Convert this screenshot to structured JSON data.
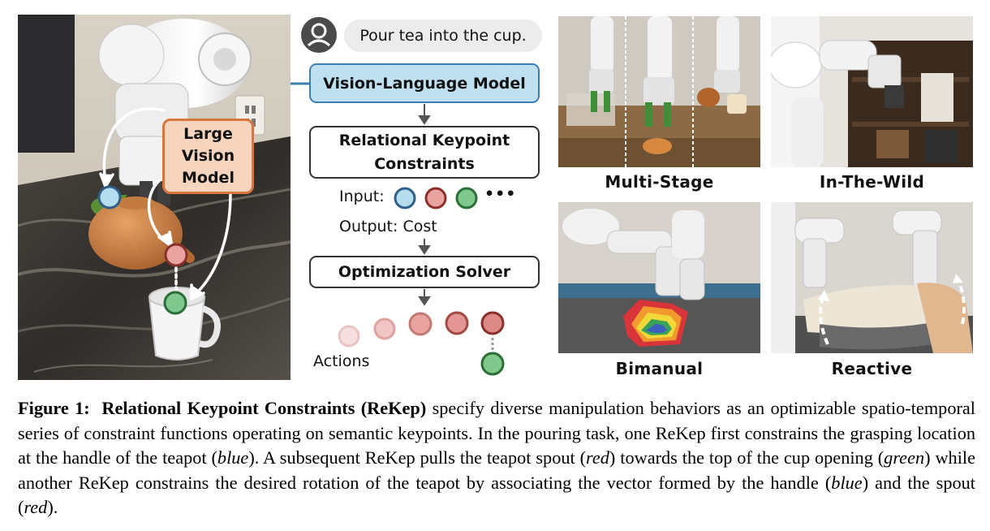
{
  "left_panel": {
    "lvm_label": "Large\nVision\nModel"
  },
  "center_diagram": {
    "prompt": "Pour tea into the cup.",
    "vlm_label": "Vision-Language Model",
    "rekep_label": "Relational Keypoint\nConstraints",
    "input_label": "Input:",
    "input_ellipsis": "•••",
    "output_label": "Output: Cost",
    "optimizer_label": "Optimization Solver",
    "actions_label": "Actions",
    "keypoint_colors": {
      "blue": "#b5dcef",
      "red": "#e9a4a2",
      "green": "#7fc98f",
      "blue_stroke": "#2f5f86",
      "red_stroke": "#8a2f2a",
      "green_stroke": "#2b6d36"
    },
    "vlm_color": "#bfe0f1",
    "lvm_color": "#f6d4bd"
  },
  "panels": [
    {
      "label": "Multi-Stage"
    },
    {
      "label": "In-The-Wild"
    },
    {
      "label": "Bimanual"
    },
    {
      "label": "Reactive"
    }
  ],
  "caption": {
    "figure_label": "Figure 1:",
    "bold_title": "Relational Keypoint Constraints (ReKep)",
    "s1": " specify diverse manipulation behaviors as an optimizable spatio-temporal series of constraint functions operating on semantic keypoints. In the pouring task, one ReKep first constrains the grasping location at the handle of the teapot (",
    "w_blue": "blue",
    "s2": "). A subsequent ReKep pulls the teapot spout (",
    "w_red": "red",
    "s3": ") towards the top of the cup opening (",
    "w_green": "green",
    "s4": ") while another ReKep constrains the desired rotation of the teapot by associating the vector formed by the handle (",
    "w_blue2": "blue",
    "s5": ") and the spout (",
    "w_red2": "red",
    "s6": ")."
  }
}
